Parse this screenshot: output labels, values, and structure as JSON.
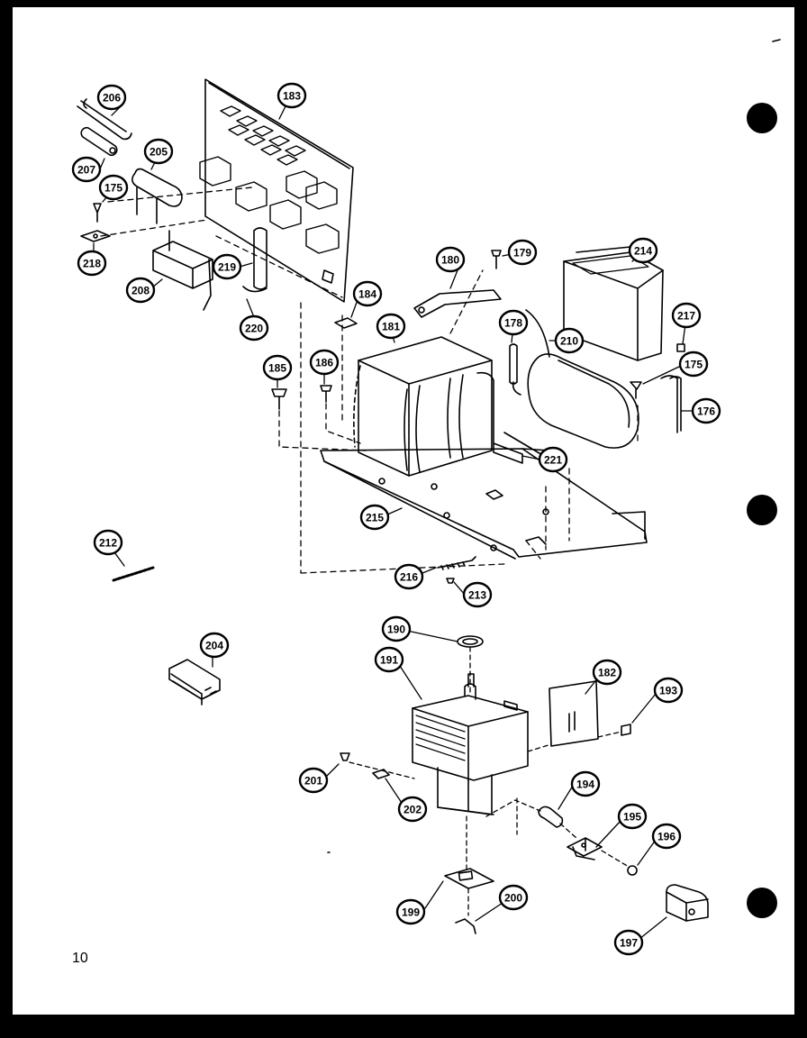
{
  "page_number": "10",
  "callouts": [
    {
      "id": "c206",
      "text": "206"
    },
    {
      "id": "c183",
      "text": "183"
    },
    {
      "id": "c205",
      "text": "205"
    },
    {
      "id": "c207",
      "text": "207"
    },
    {
      "id": "c175a",
      "text": "175"
    },
    {
      "id": "c218",
      "text": "218"
    },
    {
      "id": "c208",
      "text": "208"
    },
    {
      "id": "c219",
      "text": "219"
    },
    {
      "id": "c220",
      "text": "220"
    },
    {
      "id": "c184",
      "text": "184"
    },
    {
      "id": "c180",
      "text": "180"
    },
    {
      "id": "c179",
      "text": "179"
    },
    {
      "id": "c214",
      "text": "214"
    },
    {
      "id": "c178",
      "text": "178"
    },
    {
      "id": "c181",
      "text": "181"
    },
    {
      "id": "c210",
      "text": "210"
    },
    {
      "id": "c217",
      "text": "217"
    },
    {
      "id": "c185",
      "text": "185"
    },
    {
      "id": "c186",
      "text": "186"
    },
    {
      "id": "c175b",
      "text": "175"
    },
    {
      "id": "c176",
      "text": "176"
    },
    {
      "id": "c221",
      "text": "221"
    },
    {
      "id": "c215",
      "text": "215"
    },
    {
      "id": "c212",
      "text": "212"
    },
    {
      "id": "c216",
      "text": "216"
    },
    {
      "id": "c213",
      "text": "213"
    },
    {
      "id": "c190",
      "text": "190"
    },
    {
      "id": "c191",
      "text": "191"
    },
    {
      "id": "c204",
      "text": "204"
    },
    {
      "id": "c182",
      "text": "182"
    },
    {
      "id": "c193",
      "text": "193"
    },
    {
      "id": "c201",
      "text": "201"
    },
    {
      "id": "c202",
      "text": "202"
    },
    {
      "id": "c194",
      "text": "194"
    },
    {
      "id": "c195",
      "text": "195"
    },
    {
      "id": "c196",
      "text": "196"
    },
    {
      "id": "c199",
      "text": "199"
    },
    {
      "id": "c200",
      "text": "200"
    },
    {
      "id": "c197",
      "text": "197"
    }
  ]
}
